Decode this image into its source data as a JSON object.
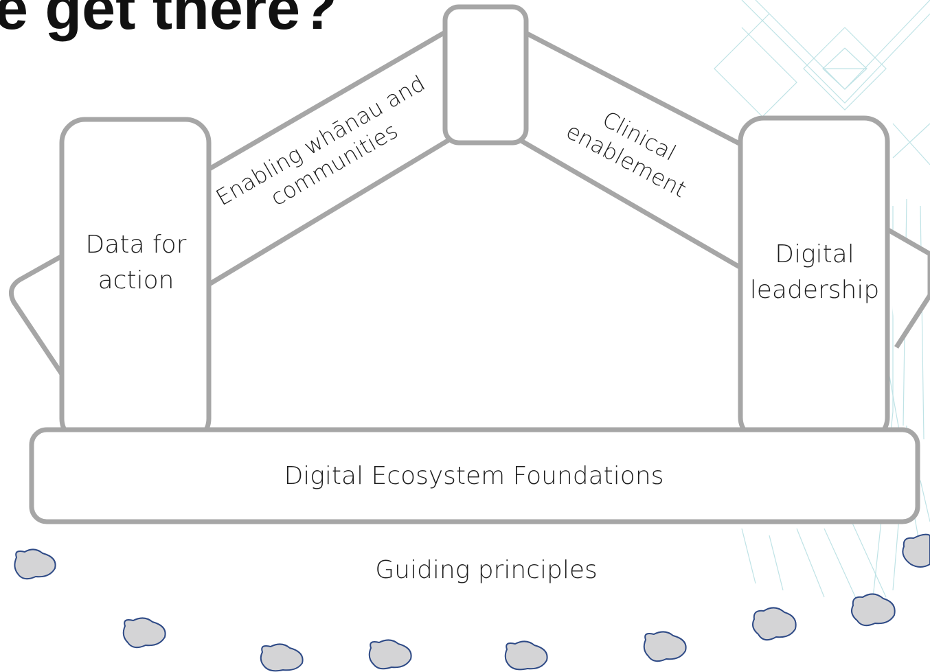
{
  "title": "e get there?",
  "labels": {
    "left_post": [
      "Data for",
      "action"
    ],
    "right_post": [
      "Digital",
      "leadership"
    ],
    "left_rafter": [
      "Enabling whānau and",
      "communities"
    ],
    "right_rafter": [
      "Clinical",
      "enablement"
    ],
    "foundation": "Digital Ecosystem Foundations",
    "principles": "Guiding principles"
  },
  "colors": {
    "frame_stroke": "#a6a6a6",
    "stone_fill": "#d4d4d6",
    "stone_stroke": "#2e4a86",
    "pattern": "#bfe3e6"
  }
}
